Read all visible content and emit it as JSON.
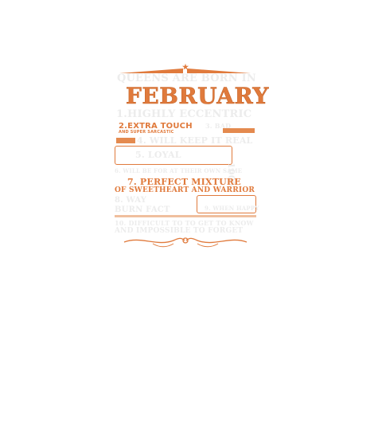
{
  "poster": {
    "star": "★",
    "line_top": "QUEENS ARE BORN IN",
    "month": "FEBRUARY",
    "line_1": "1.HIGHLY ECCENTRIC",
    "line_2a": "2.EXTRA TOUCH",
    "line_2b": "AND SUPER SARCASTIC",
    "line_3": "3. BAD",
    "line_4": "4. WILL KEEP IT REAL",
    "line_5": "5. LOYAL",
    "line_6a": "6. WILL BE FOR AT THEIR OWN SAME",
    "line_6b": "100%",
    "line_7a": "7. PERFECT MIXTURE",
    "line_7b": "OF SWEETHEART AND WARRIOR",
    "line_8a": "8. WAY",
    "line_8b": "BURN FACT",
    "line_9": "9. WHEN HAPPY",
    "line_10a": "10. DIFFICULT TO TO GET TO KNOW",
    "line_10b": "AND IMPOSSIBLE TO FORGET"
  },
  "colors": {
    "accent": "#e07a3c",
    "ghost_text": "#ececec",
    "background": "#ffffff"
  }
}
